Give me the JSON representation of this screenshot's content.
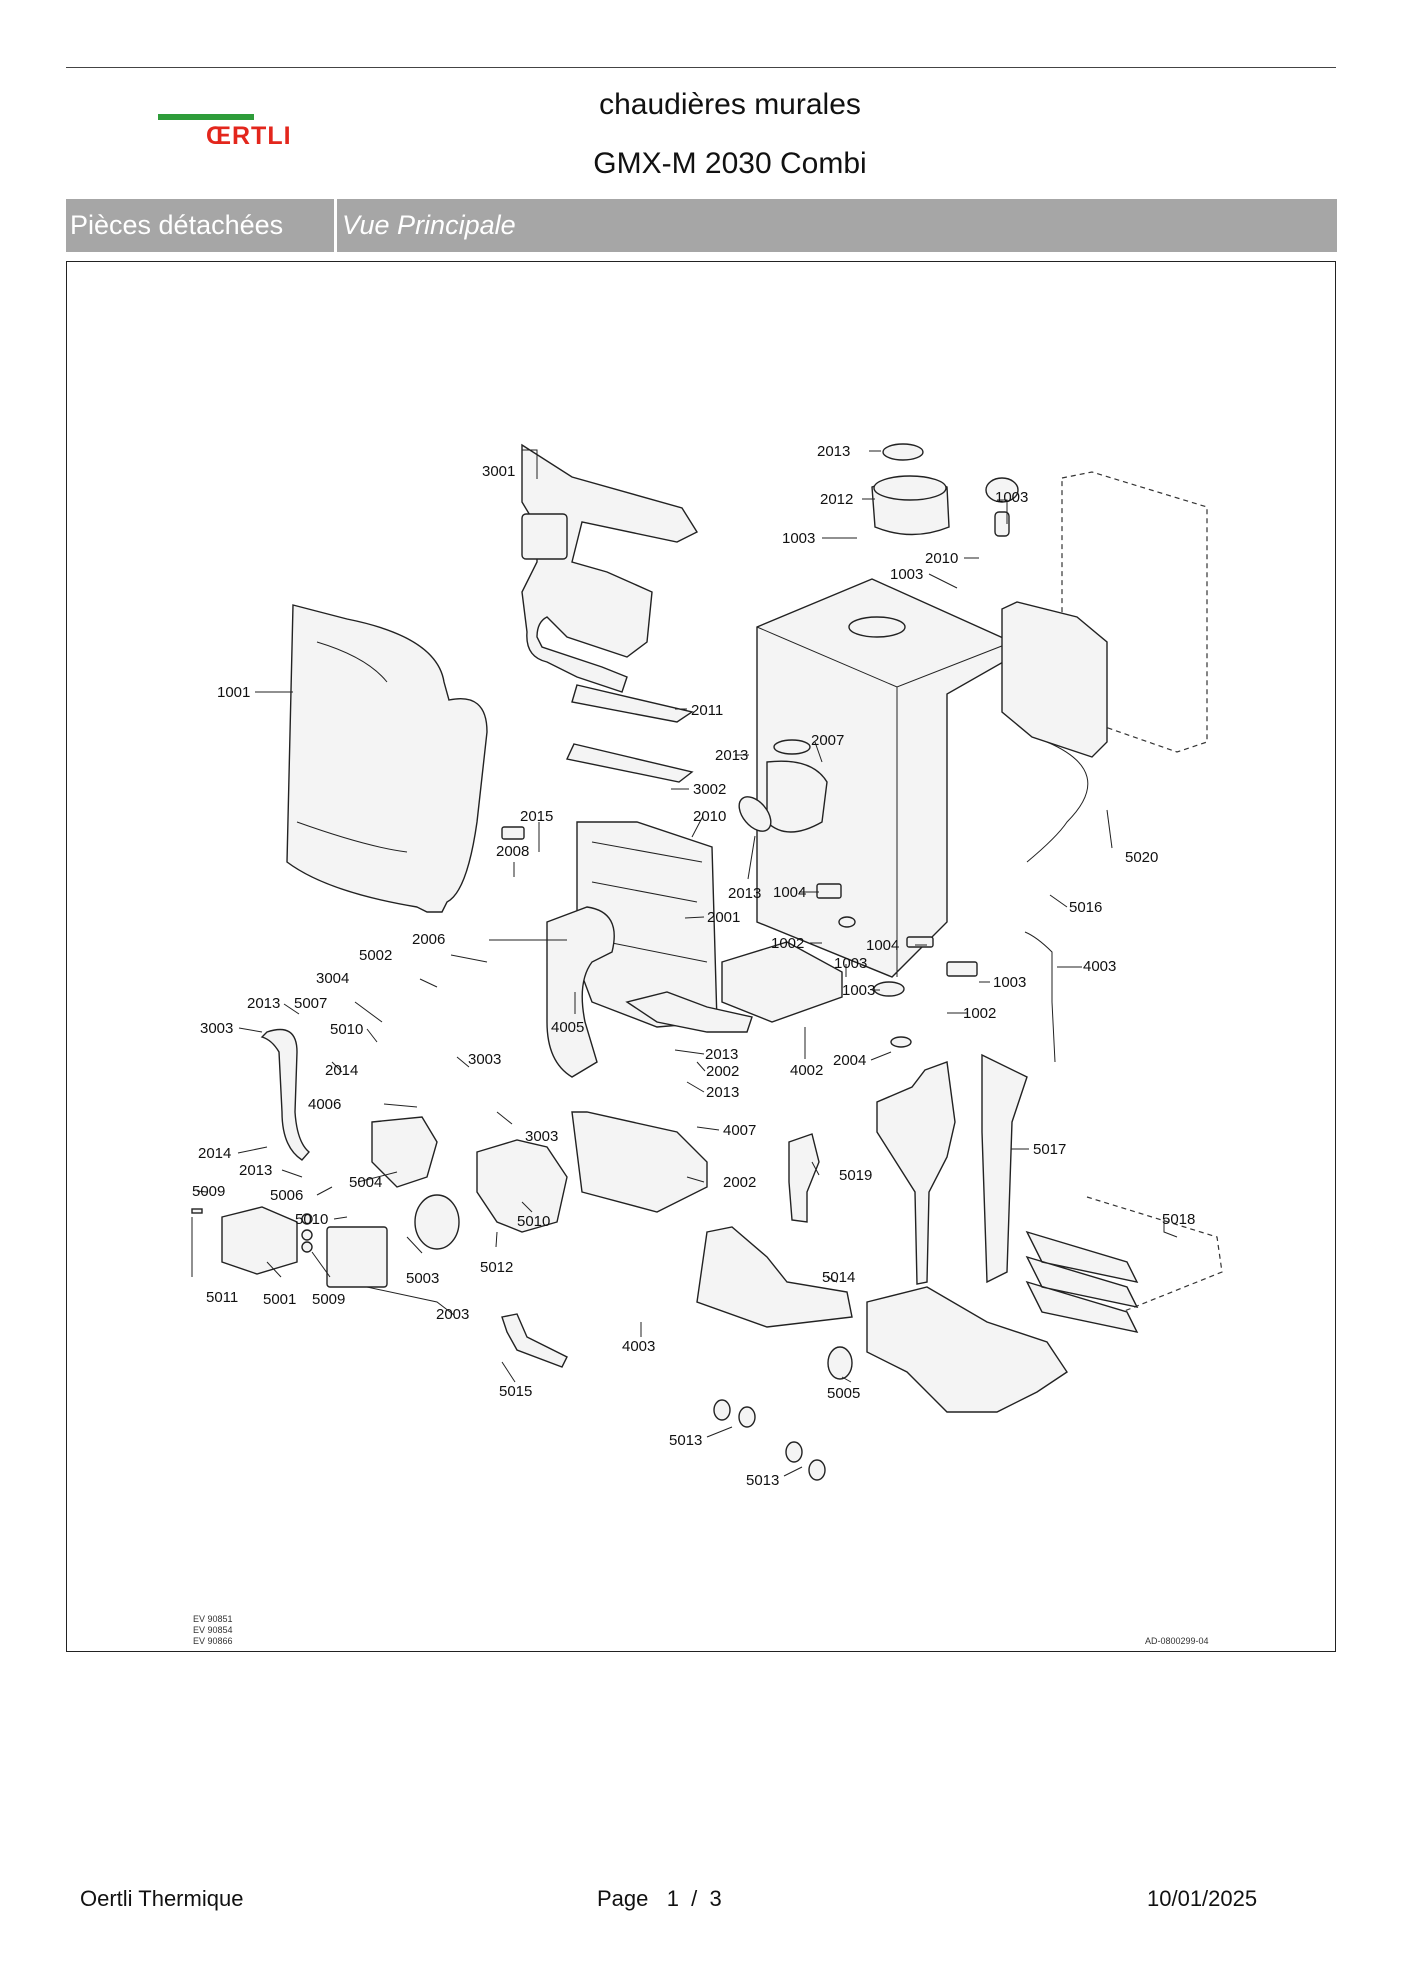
{
  "header": {
    "logo_text": "ŒRTLI",
    "category": "chaudières murales",
    "model": "GMX-M 2030 Combi"
  },
  "section_bar": {
    "left_label": "Pièces détachées",
    "right_label": "Vue Principale"
  },
  "diagram": {
    "refs": [
      "EV 90851",
      "EV 90854",
      "EV 90866"
    ],
    "drawing_id": "AD-0800299-04",
    "labels": {
      "l3001": "3001",
      "l2013a": "2013",
      "l2012": "2012",
      "l1003a": "1003",
      "l1003b": "1003",
      "l2010a": "2010",
      "l1003c": "1003",
      "l1001": "1001",
      "l2011": "2011",
      "l2013b": "2013",
      "l2007": "2007",
      "l3002": "3002",
      "l2015": "2015",
      "l2010b": "2010",
      "l2008": "2008",
      "l2013c": "2013",
      "l1004a": "1004",
      "l5020": "5020",
      "l5016": "5016",
      "l2001": "2001",
      "l2006": "2006",
      "l1002a": "1002",
      "l1004b": "1004",
      "l5002": "5002",
      "l3004": "3004",
      "l1003d": "1003",
      "l1003e": "1003",
      "l4003a": "4003",
      "l2013d": "2013",
      "l5007": "5007",
      "l1003f": "1003",
      "l1002b": "1002",
      "l3003a": "3003",
      "l5010a": "5010",
      "l4005": "4005",
      "l2013e": "2013",
      "l3003b": "3003",
      "l2014a": "2014",
      "l2002a": "2002",
      "l4002": "4002",
      "l2004": "2004",
      "l2013f": "2013",
      "l4006": "4006",
      "l4007": "4007",
      "l3003c": "3003",
      "l5017": "5017",
      "l2014b": "2014",
      "l2013g": "2013",
      "l5004": "5004",
      "l5019": "5019",
      "l5009a": "5009",
      "l5006": "5006",
      "l2002b": "2002",
      "l5010b": "5010",
      "l5010c": "5010",
      "l5018": "5018",
      "l5003": "5003",
      "l5012": "5012",
      "l5014": "5014",
      "l5011": "5011",
      "l5001": "5001",
      "l5009b": "5009",
      "l2003": "2003",
      "l4003b": "4003",
      "l5015": "5015",
      "l5005": "5005",
      "l5013a": "5013",
      "l5013b": "5013"
    }
  },
  "footer": {
    "company": "Oertli Thermique",
    "page": "Page   1  /  3",
    "date": "10/01/2025"
  },
  "colors": {
    "logo_green": "#2e9c3a",
    "logo_red": "#e3261c",
    "section_bar": "#a6a6a6"
  }
}
